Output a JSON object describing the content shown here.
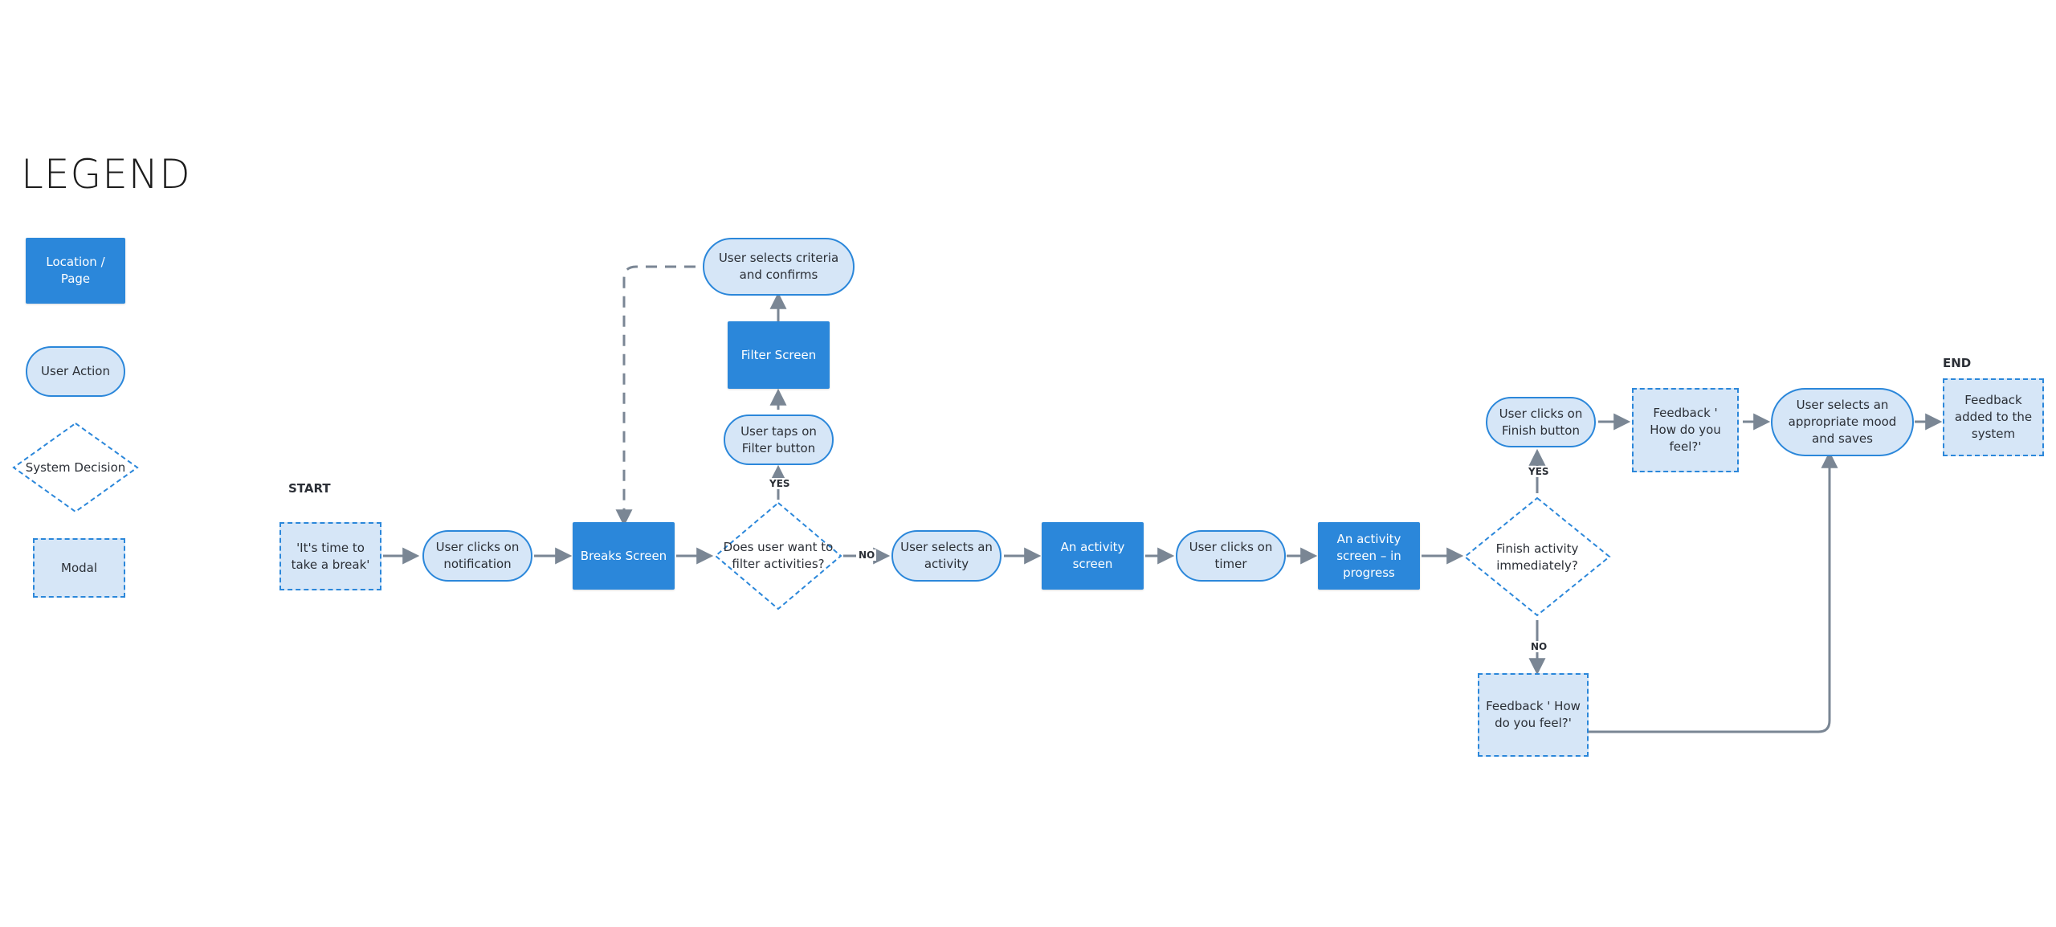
{
  "legend": {
    "title": "LEGEND",
    "location_page": "Location / Page",
    "user_action": "User Action",
    "system_decision": "System Decision",
    "modal": "Modal"
  },
  "flow": {
    "start_label": "START",
    "end_label": "END",
    "nodes": {
      "time_break": "'It's time to take a break'",
      "clicks_notification": "User clicks on notification",
      "breaks_screen": "Breaks Screen",
      "filter_decision": "Does user want to filter activities?",
      "taps_filter": "User taps on Filter button",
      "filter_screen": "Filter Screen",
      "selects_criteria": "User selects criteria and confirms",
      "selects_activity": "User selects an activity",
      "activity_screen": "An activity screen",
      "clicks_timer": "User clicks on timer",
      "activity_in_progress": "An activity screen – in progress",
      "finish_decision": "Finish activity immediately?",
      "clicks_finish": "User clicks on Finish button",
      "feedback_top": "Feedback ' How do you feel?'",
      "feedback_bottom": "Feedback ' How do you feel?'",
      "selects_mood": "User selects an appropriate mood and saves",
      "feedback_added": "Feedback added to the system"
    },
    "edge_labels": {
      "filter_yes": "YES",
      "filter_no": "NO",
      "finish_yes": "YES",
      "finish_no": "NO"
    }
  },
  "colors": {
    "location_fill": "#2b87da",
    "action_fill": "#d6e6f7",
    "border_blue": "#2b87da",
    "connector": "#7a8694"
  }
}
